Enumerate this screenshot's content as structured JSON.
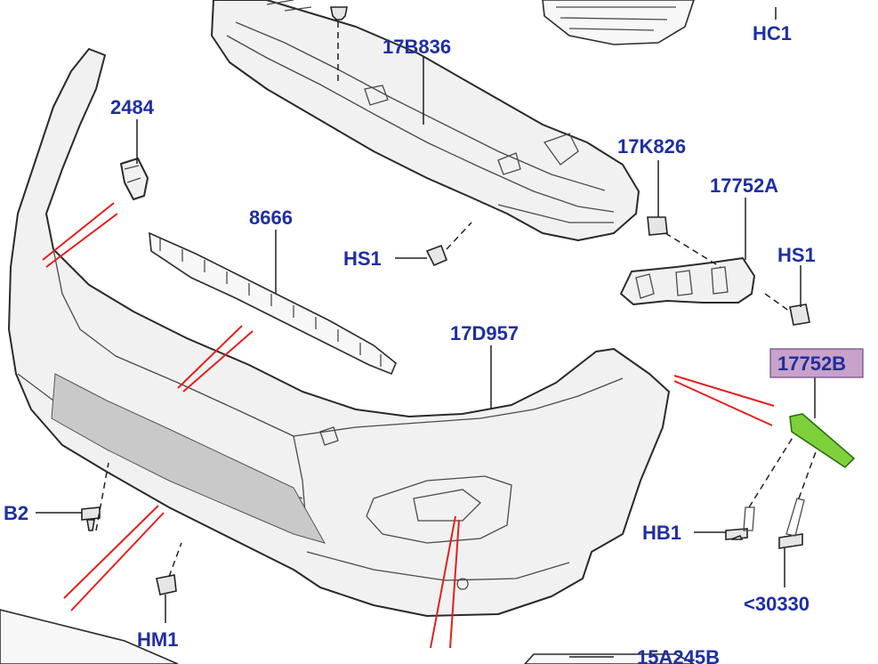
{
  "diagram": {
    "callouts": [
      {
        "id": "hc1",
        "text": "HC1"
      },
      {
        "id": "17b836",
        "text": "17B836"
      },
      {
        "id": "2484",
        "text": "2484"
      },
      {
        "id": "17k826",
        "text": "17K826"
      },
      {
        "id": "17752a",
        "text": "17752A"
      },
      {
        "id": "8666",
        "text": "8666"
      },
      {
        "id": "hs1-left",
        "text": "HS1"
      },
      {
        "id": "hs1-right",
        "text": "HS1"
      },
      {
        "id": "17d957",
        "text": "17D957"
      },
      {
        "id": "17752b",
        "text": "17752B"
      },
      {
        "id": "b2",
        "text": "B2"
      },
      {
        "id": "hb1",
        "text": "HB1"
      },
      {
        "id": "30330",
        "text": "<30330"
      },
      {
        "id": "hm1",
        "text": "HM1"
      },
      {
        "id": "15a245b",
        "text": "15A245B"
      }
    ],
    "highlight_color": "#7fd13b",
    "callout_highlight_bg": "#c8a2c8",
    "callout_color": "#1f2f9e",
    "annotation_color": "#e02020"
  }
}
